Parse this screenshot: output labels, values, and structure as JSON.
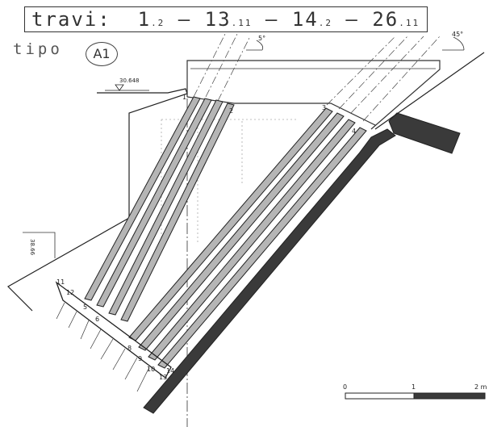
{
  "title": {
    "prefix": "travi:",
    "parts": [
      {
        "main": "1",
        "sub": ".2"
      },
      {
        "main": "13",
        "sub": ".11"
      },
      {
        "main": "14",
        "sub": ".2"
      },
      {
        "main": "26",
        "sub": ".11"
      }
    ],
    "separator": "–"
  },
  "tipo": {
    "label": "tipo",
    "code": "A1"
  },
  "elevations": {
    "top": "30.648",
    "left": "38.66"
  },
  "angles": {
    "small": "5°",
    "large": "45°"
  },
  "point_numbers": [
    "1",
    "2",
    "3",
    "4",
    "5",
    "6",
    "8",
    "9",
    "10",
    "11",
    "12",
    "13",
    "14"
  ],
  "scale_bar": {
    "labels": [
      "0",
      "1",
      "2 m"
    ]
  },
  "colors": {
    "ink": "#222222",
    "wall": "#3a3a3a",
    "beam_fill": "#9a9a9a"
  }
}
